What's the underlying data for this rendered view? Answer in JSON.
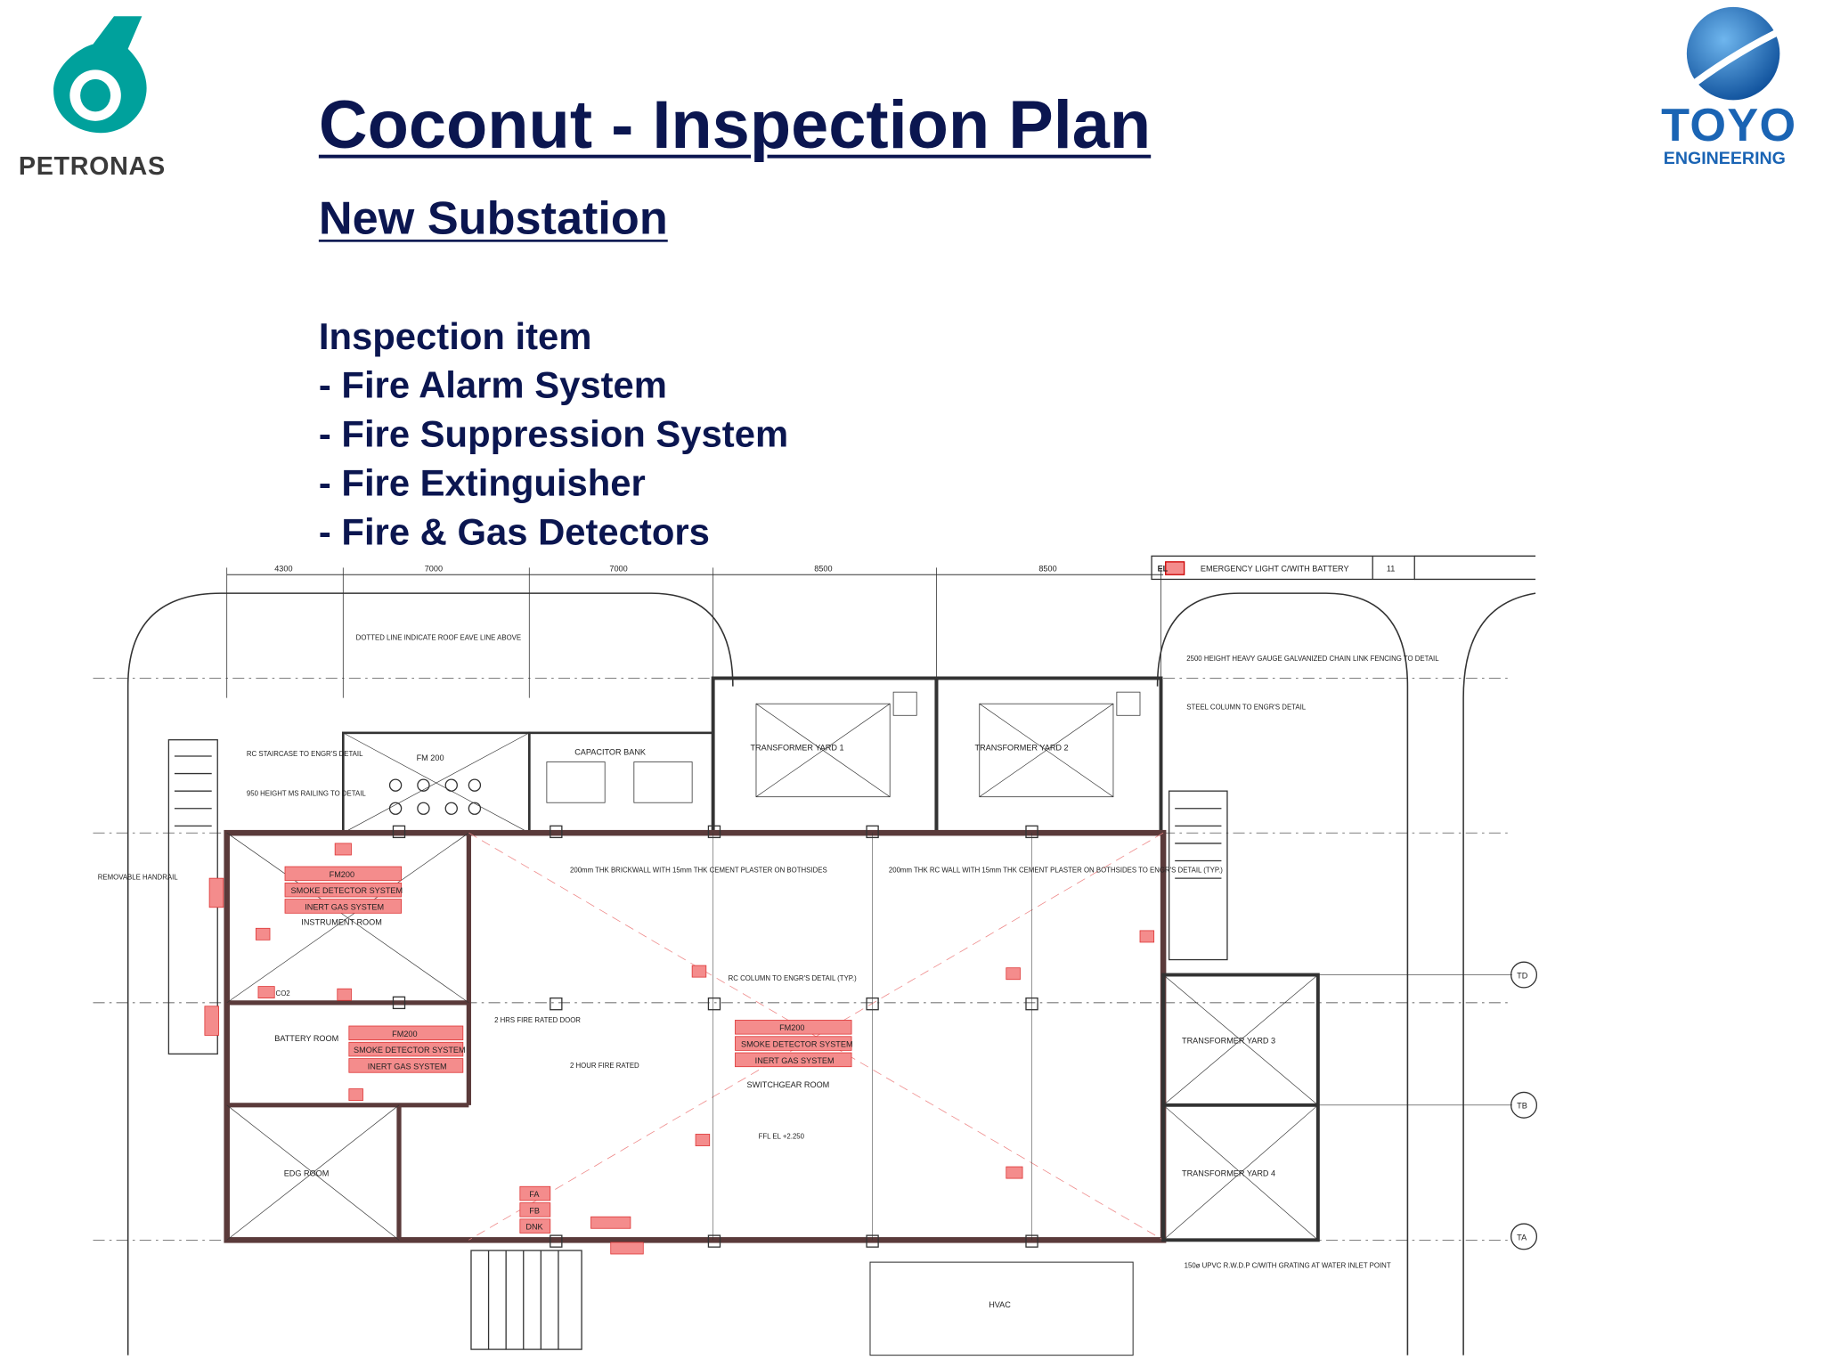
{
  "header": {
    "title": "Coconut - Inspection Plan",
    "subtitle": "New Substation"
  },
  "logos": {
    "left": {
      "text": "PETRONAS",
      "color": "#00a19c"
    },
    "right": {
      "text_main": "TOYO",
      "text_sub": "ENGINEERING",
      "color": "#1a64b4"
    }
  },
  "inspection": {
    "heading": "Inspection item",
    "items": [
      "- Fire Alarm System",
      "- Fire Suppression System",
      "- Fire Extinguisher",
      "- Fire & Gas Detectors"
    ]
  },
  "plan": {
    "legend": {
      "code": "EL",
      "text": "EMERGENCY LIGHT C/WITH BATTERY",
      "count": "11"
    },
    "dimensions_top": [
      "4300",
      "7000",
      "7000",
      "8500",
      "8500"
    ],
    "rooms": {
      "fm200": "FM 200",
      "capacitor_bank": "CAPACITOR BANK",
      "transformer_1": "TRANSFORMER YARD 1",
      "transformer_2": "TRANSFORMER YARD 2",
      "instrument_room": "INSTRUMENT ROOM",
      "battery_room": "BATTERY ROOM",
      "switchgear_room": "SWITCHGEAR ROOM",
      "edg_room": "EDG ROOM",
      "transformer_3": "TRANSFORMER YARD 3",
      "transformer_4": "TRANSFORMER YARD 4",
      "hvac": "HVAC"
    },
    "fire_tags": {
      "instrument": [
        "FM200",
        "SMOKE DETECTOR SYSTEM",
        "INERT GAS SYSTEM"
      ],
      "battery": [
        "FM200",
        "SMOKE DETECTOR SYSTEM",
        "INERT GAS SYSTEM"
      ],
      "switchgear": [
        "FM200",
        "SMOKE DETECTOR SYSTEM",
        "INERT GAS SYSTEM"
      ]
    },
    "stack_tags": [
      "FA",
      "FB",
      "DNK"
    ],
    "grid_labels": [
      "TD",
      "TB",
      "TA"
    ],
    "notes": {
      "dotted_roof": "DOTTED LINE INDICATE ROOF EAVE LINE ABOVE",
      "rc_staircase": "RC STAIRCASE TO ENGR'S DETAIL",
      "railing": "950 HEIGHT MS RAILING TO DETAIL",
      "removable_handrail": "REMOVABLE HANDRAIL",
      "brickwall": "200mm THK BRICKWALL WITH 15mm THK CEMENT PLASTER ON BOTHSIDES",
      "fire_rated": "2 HOUR FIRE RATED",
      "rc_wall": "200mm THK RC WALL WITH 15mm THK CEMENT PLASTER ON BOTHSIDES TO ENGR'S DETAIL (TYP.)",
      "rc_column": "RC COLUMN TO ENGR'S DETAIL (TYP.)",
      "fence": "2500 HEIGHT HEAVY GAUGE GALVANIZED CHAIN LINK FENCING TO DETAIL",
      "steel_column": "STEEL COLUMN TO ENGR'S DETAIL",
      "fire_door": "2 HRS FIRE RATED DOOR",
      "rwdp": "150ø UPVC R.W.D.P C/WITH GRATING AT WATER INLET POINT",
      "ffl": "FFL EL +2.250",
      "co2": "CO2"
    }
  }
}
